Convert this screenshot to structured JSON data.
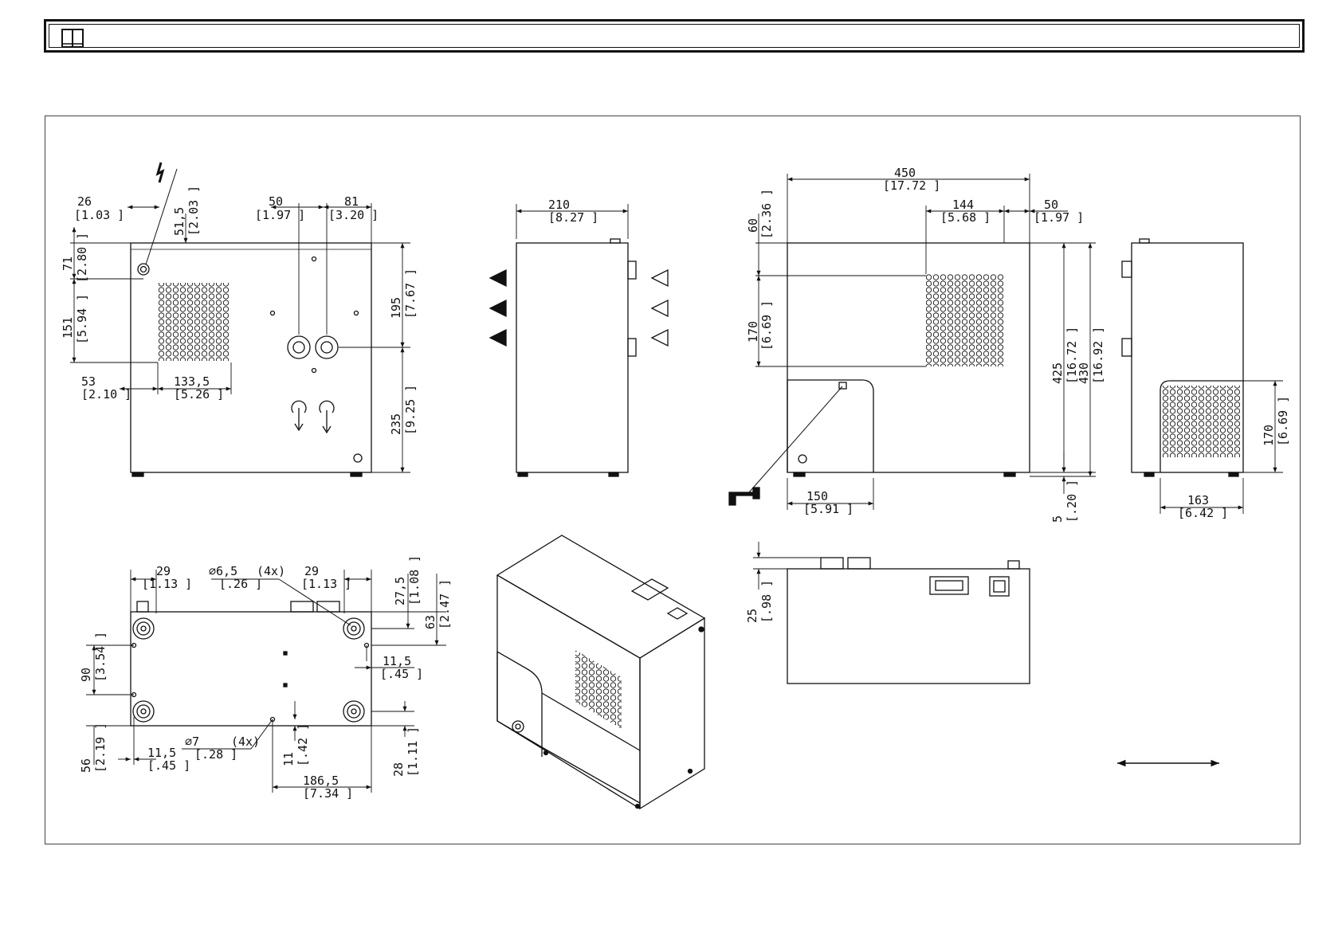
{
  "views": {
    "front": {
      "dims": [
        {
          "value": "26",
          "inch": "[1.03 ]"
        },
        {
          "value": "51,5",
          "inch": "[2.03 ]"
        },
        {
          "value": "50",
          "inch": "[1.97 ]"
        },
        {
          "value": "81",
          "inch": "[3.20 ]"
        },
        {
          "value": "71",
          "inch": "[2.80 ]"
        },
        {
          "value": "151",
          "inch": "[5.94 ]"
        },
        {
          "value": "53",
          "inch": "[2.10 ]"
        },
        {
          "value": "133,5",
          "inch": "[5.26 ]"
        },
        {
          "value": "195",
          "inch": "[7.67 ]"
        },
        {
          "value": "235",
          "inch": "[9.25 ]"
        }
      ]
    },
    "side_left": {
      "dims": [
        {
          "value": "210",
          "inch": "[8.27 ]"
        }
      ]
    },
    "rear": {
      "dims": [
        {
          "value": "450",
          "inch": "[17.72 ]"
        },
        {
          "value": "144",
          "inch": "[5.68 ]"
        },
        {
          "value": "50",
          "inch": "[1.97 ]"
        },
        {
          "value": "60",
          "inch": "[2.36 ]"
        },
        {
          "value": "170",
          "inch": "[6.69 ]"
        },
        {
          "value": "425",
          "inch": "[16.72 ]"
        },
        {
          "value": "430",
          "inch": "[16.92 ]"
        },
        {
          "value": "150",
          "inch": "[5.91 ]"
        },
        {
          "value": "5",
          "inch": "[.20 ]"
        }
      ]
    },
    "side_right": {
      "dims": [
        {
          "value": "170",
          "inch": "[6.69 ]"
        },
        {
          "value": "163",
          "inch": "[6.42 ]"
        }
      ]
    },
    "bottom": {
      "dims": [
        {
          "value": "29",
          "inch": "[1.13 ]"
        },
        {
          "value": "29",
          "inch": "[1.13 ]"
        },
        {
          "value": "27,5",
          "inch": "[1.08 ]"
        },
        {
          "value": "63",
          "inch": "[2.47 ]"
        },
        {
          "value": "90",
          "inch": "[3.54 ]"
        },
        {
          "value": "11,5",
          "inch": "[.45 ]"
        },
        {
          "value": "11,5",
          "inch": "[.45 ]"
        },
        {
          "value": "56",
          "inch": "[2.19 ]"
        },
        {
          "value": "11",
          "inch": "[.42 ]"
        },
        {
          "value": "28",
          "inch": "[1.11 ]"
        },
        {
          "value": "186,5",
          "inch": "[7.34 ]"
        }
      ],
      "hole_small": {
        "value": "⌀6,5",
        "count": "(4x)",
        "inch": "[.26 ]"
      },
      "hole_large": {
        "value": "⌀7",
        "count": "(4x)",
        "inch": "[.28 ]"
      }
    },
    "top": {
      "dims": [
        {
          "value": "25",
          "inch": "[.98 ]"
        }
      ]
    }
  }
}
